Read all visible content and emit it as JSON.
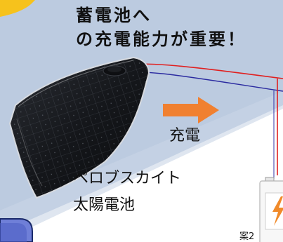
{
  "headline": {
    "line1": "蓄電池へ",
    "line2": "の充電能力が重要！"
  },
  "charge_label": "充電",
  "solar_label": {
    "line1": "ペロブスカイト",
    "line2": "太陽電池"
  },
  "case_label": "案2",
  "colors": {
    "background_band": "#bccbe0",
    "wire_positive": "#e02020",
    "wire_negative": "#2a2aa0",
    "arrow": "#f08030",
    "yellow_accent": "#f6c21c",
    "battery_bolt": "#f08a2a"
  }
}
